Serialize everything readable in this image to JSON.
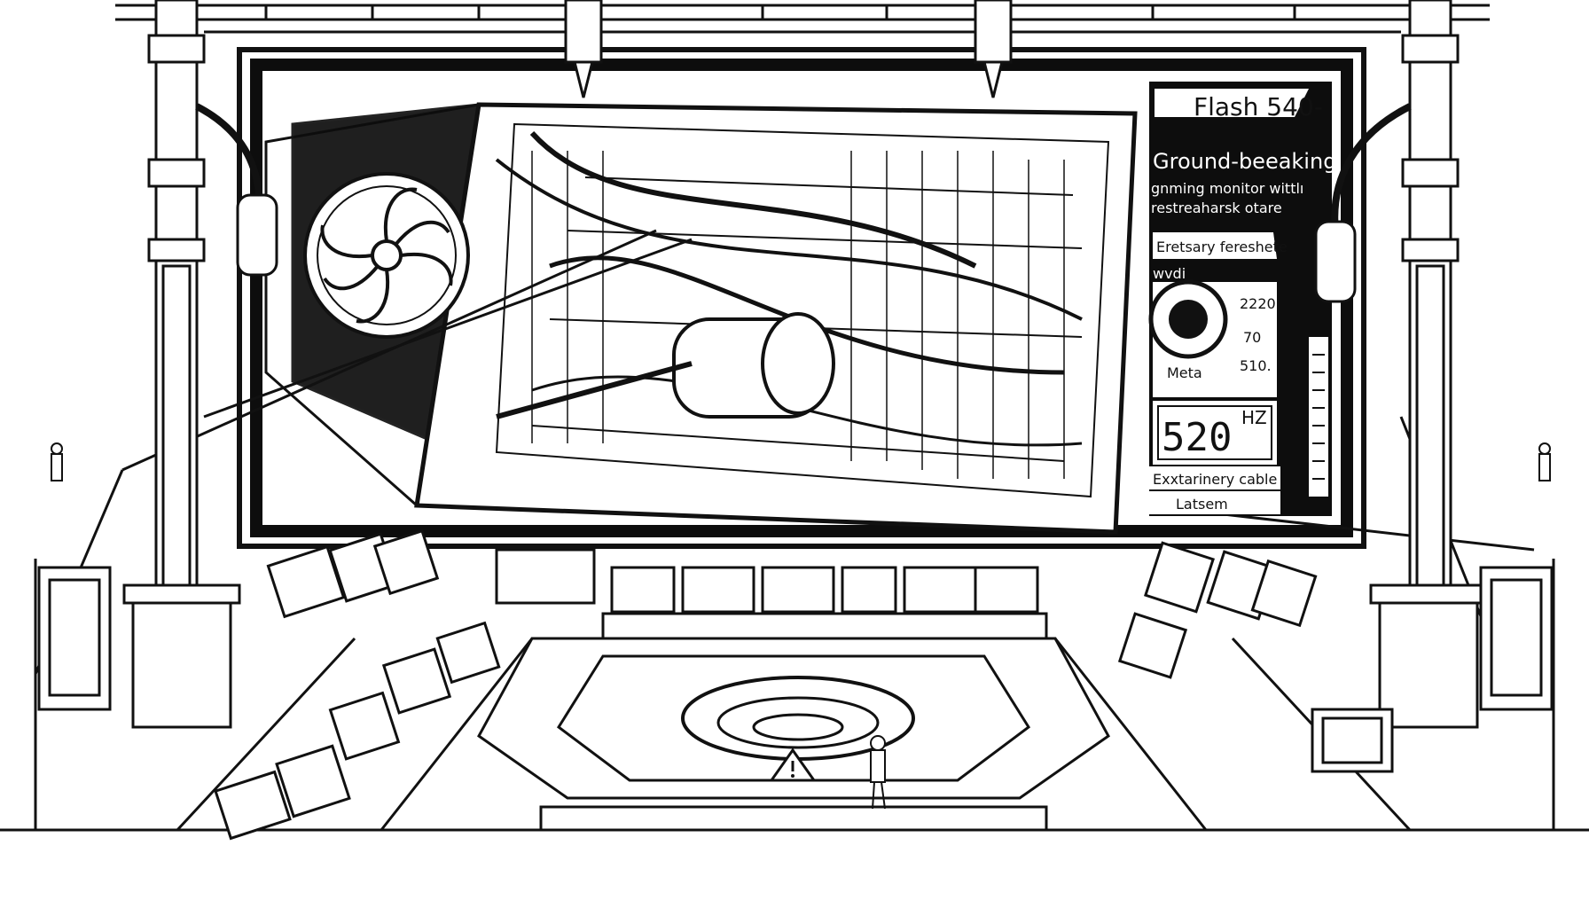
{
  "colors": {
    "ink": "#111111",
    "paper": "#ffffff",
    "panel": "#0d0d0d"
  },
  "screen_panel": {
    "title": "Flash 540-",
    "headline": "Ground-beeaking",
    "desc_line1": "gnming monitor wittlı",
    "desc_line2": "restreaharsk otare",
    "tag": "Eretsary fereshete",
    "small_label": "wvdi",
    "gauge_value_top": "2220",
    "gauge_value_mid": "70",
    "gauge_value_bottom": "510.",
    "gauge_caption": "Meta",
    "refresh_value": "520",
    "refresh_unit": "HZ",
    "cable_label": "Exxtarinery cable",
    "cable_sub": "Latsem"
  },
  "icons": {
    "warning": "warning-triangle-icon",
    "fan": "fan-icon",
    "gauge": "gauge-ring-icon"
  }
}
